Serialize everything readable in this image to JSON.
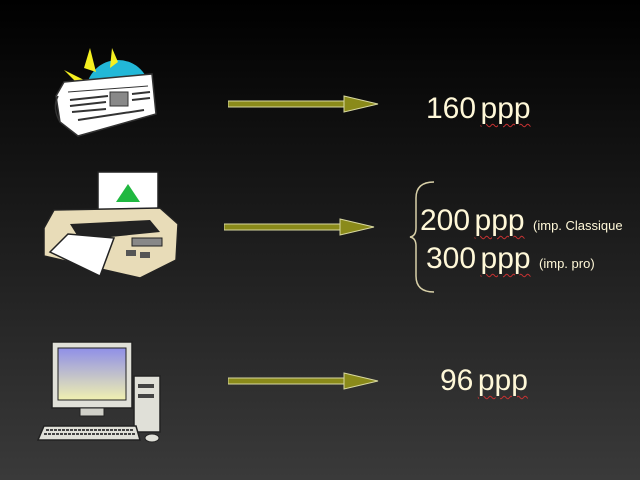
{
  "colors": {
    "arrow": "#8a8a1a",
    "text": "#fff8d8",
    "squiggle": "#c83232",
    "background_top": "#000000",
    "background_bottom": "#3a3a3a"
  },
  "rows": [
    {
      "icon": "newspaper-icon",
      "value": "160",
      "unit": "ppp"
    },
    {
      "icon": "printer-icon",
      "entries": [
        {
          "value": "200",
          "unit": "ppp",
          "note": "(imp. Classique"
        },
        {
          "value": "300",
          "unit": "ppp",
          "note": "(imp. pro)"
        }
      ]
    },
    {
      "icon": "computer-icon",
      "value": "96",
      "unit": "ppp"
    }
  ]
}
